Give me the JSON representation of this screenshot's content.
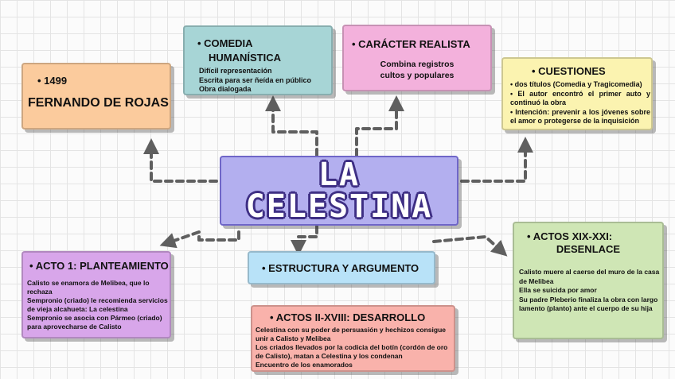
{
  "title": {
    "line1": "LA",
    "line2": "CELESTINA"
  },
  "author": {
    "year": "1499",
    "name": "FERNANDO DE ROJAS"
  },
  "comedia": {
    "heading1": "COMEDIA",
    "heading2": "HUMANÍSTICA",
    "lines": [
      "Difícil representación",
      "Escrita para ser ñeída en público",
      "Obra dialogada"
    ]
  },
  "realista": {
    "heading": "CARÁCTER REALISTA",
    "line1": "Combina registros",
    "line2": "cultos y populares"
  },
  "cuestiones": {
    "heading": "CUESTIONES",
    "items": [
      "dos títulos  (Comedia y Tragicomedia)",
      "El autor encontró el primer auto y continuó la obra",
      "Intención: prevenir a los jóvenes sobre el amor o protegerse de la inquisición"
    ]
  },
  "estructura": {
    "heading": "ESTRUCTURA Y ARGUMENTO"
  },
  "acto1": {
    "heading": "ACTO 1: PLANTEAMIENTO",
    "lines": [
      "Calisto se enamora de Melibea, que lo rechaza",
      "Sempronio (criado) le recomienda servicios de vieja alcahueta: La celestina",
      "Sempronio se asocia con Pármeo (criado) para aprovecharse de Calisto"
    ]
  },
  "actos2": {
    "heading": "ACTOS II-XVIII: DESARROLLO",
    "lines": [
      "Celestina con su poder de persuasión y hechizos consigue unir a Calisto y Melibea",
      "Los criados llevados por la codicia del botín (cordón de oro de Calisto), matan a Celestina y los condenan",
      "Encuentro de los enamorados"
    ]
  },
  "desenlace": {
    "heading1": "ACTOS XIX-XXI:",
    "heading2": "DESENLACE",
    "lines": [
      "Calisto muere al caerse del muro de la casa de Melibea",
      "Ella se suicida por amor",
      "Su padre Pleberio finaliza la obra con largo lamento (planto) ante el cuerpo de su hija"
    ]
  },
  "colors": {
    "author": "#fbcb9d",
    "comedia": "#a7d5d6",
    "realista": "#f3b1dc",
    "cuestiones": "#fbf3b0",
    "title": "#b3afef",
    "estructura": "#b8e2f8",
    "acto1": "#d8a6ea",
    "actos2": "#f9b2ab",
    "desenlace": "#cfe6b5",
    "arrow": "#5f5f5f"
  }
}
